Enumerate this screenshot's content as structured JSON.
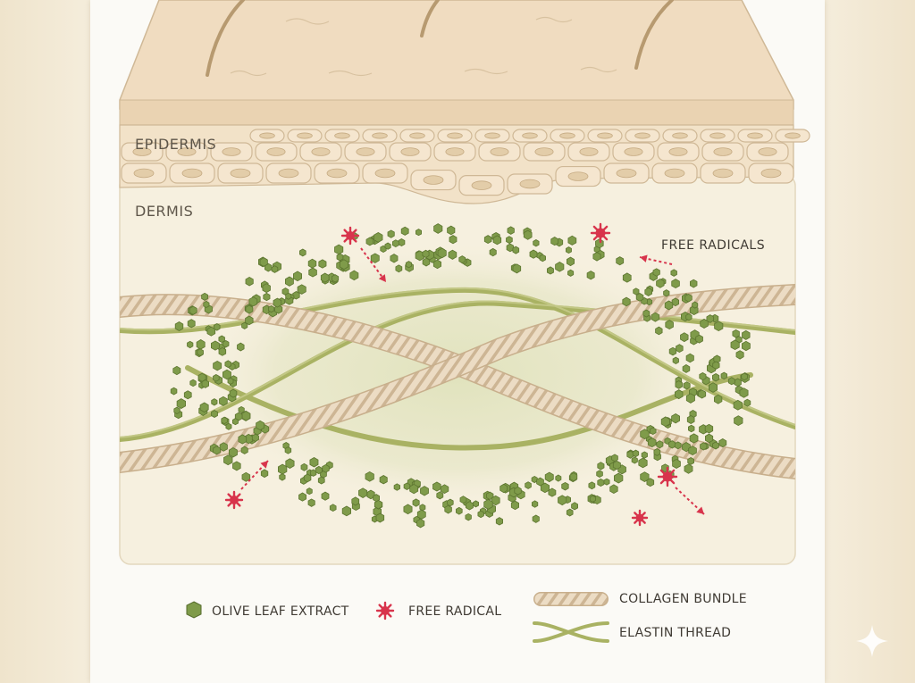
{
  "labels": {
    "epidermis": "EPIDERMIS",
    "dermis": "DERMIS",
    "free_radicals": "FREE RADICALS"
  },
  "legend": {
    "olive_leaf_extract": "OLIVE LEAF EXTRACT",
    "free_radical": "FREE RADICAL",
    "collagen_bundle": "COLLAGEN BUNDLE",
    "elastin_thread": "ELASTIN THREAD"
  },
  "colors": {
    "skin_surface": "#f0dcc0",
    "cell_fill": "#f5e6cf",
    "dermis": "#f6f0df",
    "olive_green": "#7f9b4a",
    "free_radical_red": "#d8344c",
    "collagen": "#ecdcc4",
    "elastin": "#a9b263"
  },
  "icons": {
    "extract": "green-hexagon-icon",
    "radical": "red-starburst-icon",
    "corner": "sparkle-icon"
  }
}
